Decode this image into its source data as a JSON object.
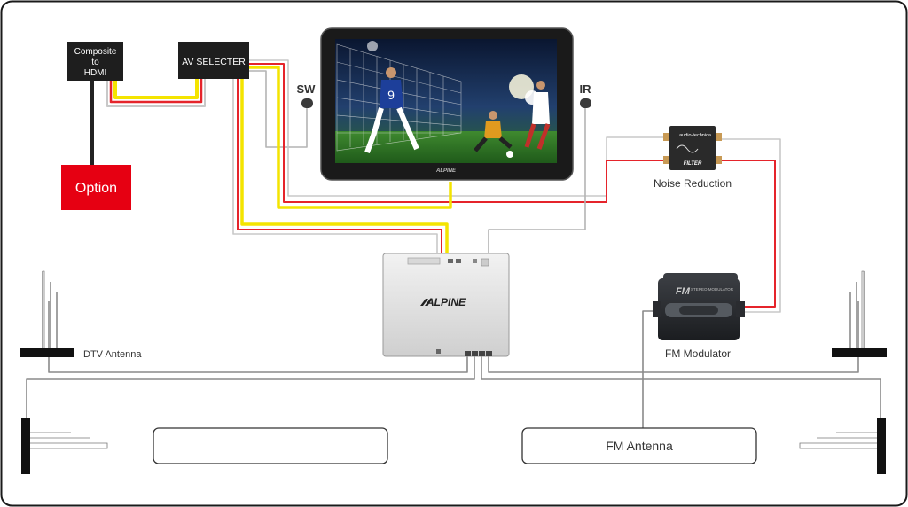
{
  "diagram": {
    "composite_box": {
      "line1": "Composite",
      "line2": "to",
      "line3": "HDMI"
    },
    "av_selecter": {
      "label": "AV SELECTER"
    },
    "option": {
      "label": "Option"
    },
    "sw": {
      "label": "SW"
    },
    "ir": {
      "label": "IR"
    },
    "noise_reduction": {
      "label": "Noise Reduction",
      "brand": "audio-technica",
      "name": "FILTER"
    },
    "tuner": {
      "brand": "ALPINE"
    },
    "monitor": {
      "brand": "ALPINE"
    },
    "dtv_antenna": {
      "label": "DTV Antenna"
    },
    "fm_modulator": {
      "label": "FM Modulator",
      "logo": "FM",
      "sub": "STEREO MODULATOR"
    },
    "fm_antenna": {
      "label": "FM Antenna"
    },
    "blank_box": {
      "label": ""
    }
  },
  "colors": {
    "yellow_cable": "#f4e400",
    "red_cable": "#e5242b",
    "white_cable": "#c8c8c8",
    "option_fill": "#e60012",
    "dark_box": "#1e1e1e",
    "antenna": "#111111"
  }
}
